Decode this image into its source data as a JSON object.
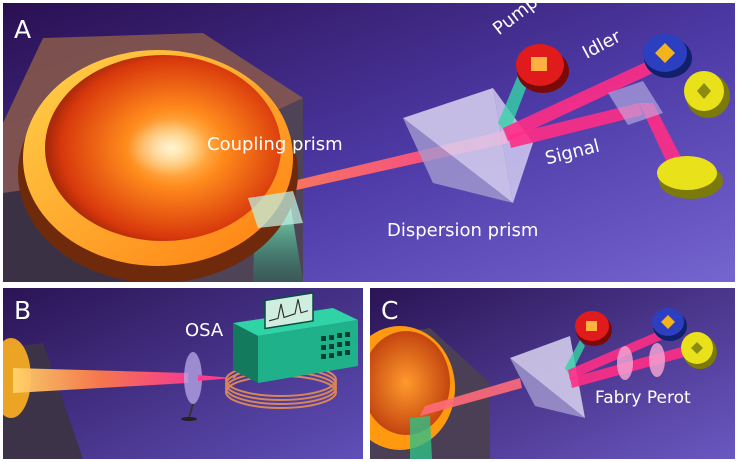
{
  "panels": {
    "a": {
      "letter": "A",
      "labels": {
        "pump": "Pump",
        "idler": "Idler",
        "coupling_prism": "Coupling prism",
        "signal": "Signal",
        "dispersion_prism": "Dispersion prism"
      }
    },
    "b": {
      "letter": "B",
      "labels": {
        "osa": "OSA"
      }
    },
    "c": {
      "letter": "C",
      "labels": {
        "fabry_perot": "Fabry Perot"
      }
    }
  },
  "colors": {
    "background_deep": "#25104a",
    "background_light": "#6a58c2",
    "resonator": "#ff9a10",
    "pump_beam": "#3fd9a0",
    "signal_beam": "#ff2e86",
    "detector_red": "#e11b1b",
    "detector_blue": "#2b3fc0",
    "detector_yellow": "#e9e21a",
    "osa_green": "#1fb28a"
  }
}
